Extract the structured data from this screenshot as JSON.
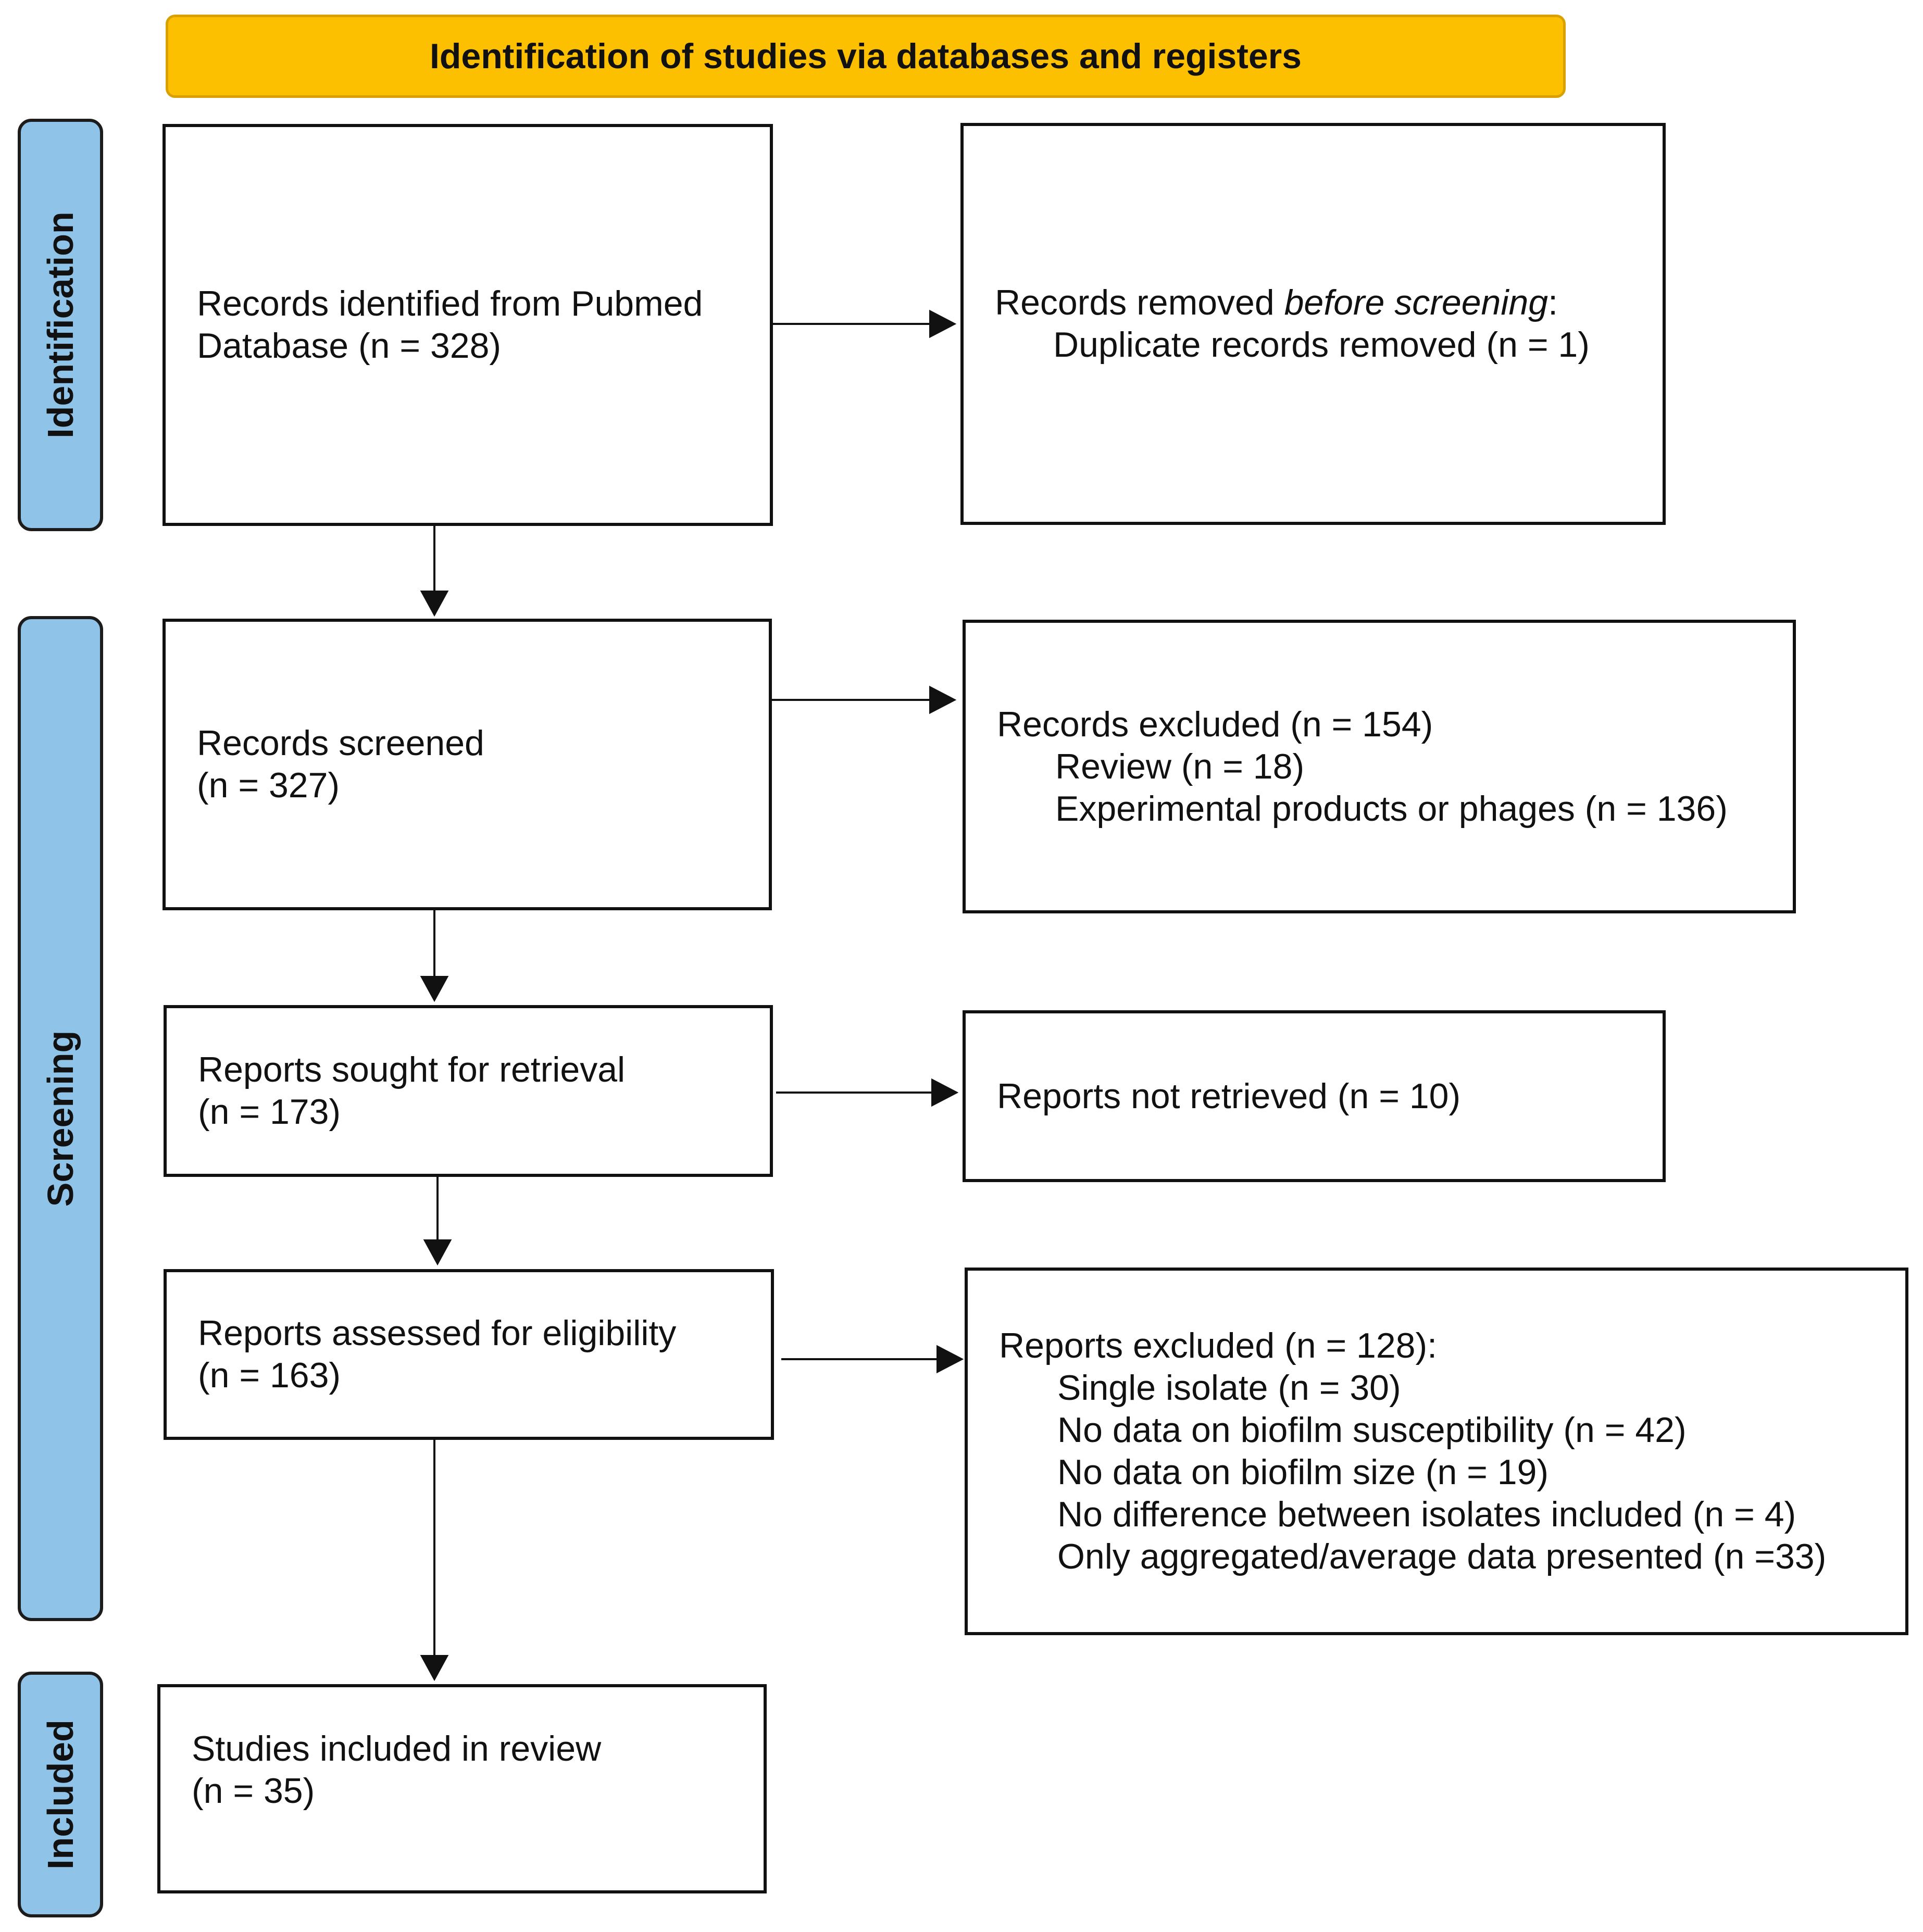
{
  "header": {
    "title": "Identification of studies via databases and registers"
  },
  "phases": {
    "identification": "Identification",
    "screening": "Screening",
    "included": "Included"
  },
  "boxes": {
    "records_identified": {
      "line1": "Records identified from Pubmed",
      "line2": "Database (n = 328)"
    },
    "records_removed": {
      "heading_prefix": "Records removed ",
      "heading_italic": "before screening",
      "heading_suffix": ":",
      "items": [
        "Duplicate records removed (n = 1)"
      ]
    },
    "records_screened": {
      "line1": "Records screened",
      "line2": "(n = 327)"
    },
    "records_excluded": {
      "heading": "Records excluded (n = 154)",
      "items": [
        "Review (n = 18)",
        "Experimental products or phages (n = 136)"
      ]
    },
    "reports_sought": {
      "line1": "Reports sought for retrieval",
      "line2": "(n = 173)"
    },
    "reports_not_retrieved": {
      "line1": "Reports not retrieved (n = 10)"
    },
    "reports_assessed": {
      "line1": "Reports assessed for eligibility",
      "line2": "(n = 163)"
    },
    "reports_excluded": {
      "heading": "Reports excluded (n = 128):",
      "items": [
        "Single isolate (n = 30)",
        "No data on biofilm susceptibility (n = 42)",
        "No data on biofilm size (n = 19)",
        "No difference between isolates included (n = 4)",
        "Only aggregated/average data presented (n =33)"
      ]
    },
    "studies_included": {
      "line1": "Studies included in review",
      "line2": "(n = 35)"
    }
  }
}
